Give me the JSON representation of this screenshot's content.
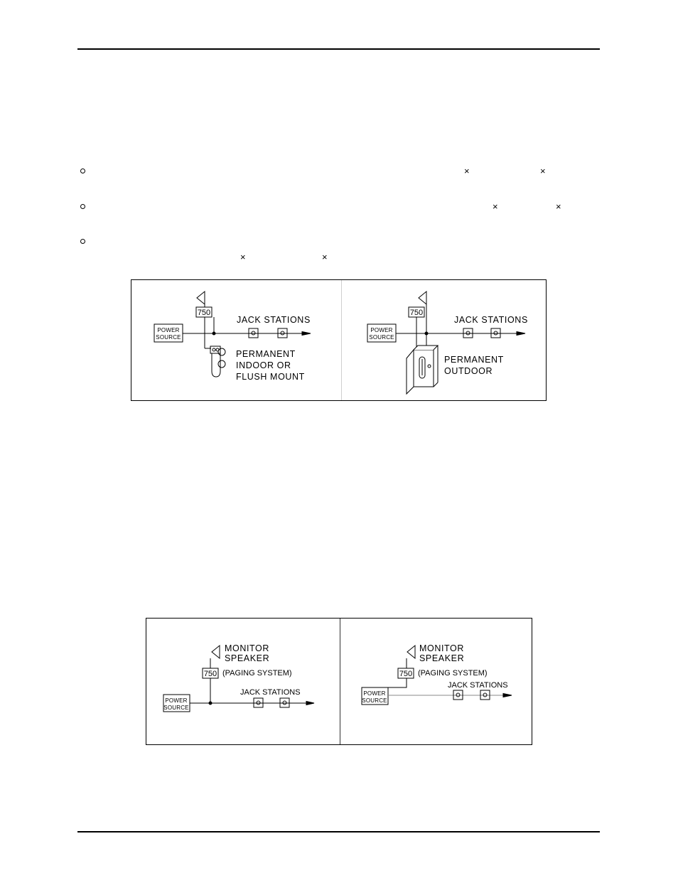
{
  "fig1": {
    "left": {
      "power_line1": "POWER",
      "power_line2": "SOURCE",
      "speaker_num": "750",
      "jack_label": "JACK STATIONS",
      "desc1": "PERMANENT",
      "desc2": "INDOOR OR",
      "desc3": "FLUSH MOUNT"
    },
    "right": {
      "power_line1": "POWER",
      "power_line2": "SOURCE",
      "speaker_num": "750",
      "jack_label": "JACK STATIONS",
      "desc1": "PERMANENT",
      "desc2": "OUTDOOR"
    }
  },
  "fig2": {
    "left": {
      "monitor1": "MONITOR",
      "monitor2": "SPEAKER",
      "speaker_num": "750",
      "paging": "(PAGING SYSTEM)",
      "jack_label": "JACK STATIONS",
      "power_line1": "POWER",
      "power_line2": "SOURCE"
    },
    "right": {
      "monitor1": "MONITOR",
      "monitor2": "SPEAKER",
      "speaker_num": "750",
      "paging": "(PAGING SYSTEM)",
      "jack_label": "JACK STATIONS",
      "power_line1": "POWER",
      "power_line2": "SOURCE"
    }
  },
  "multiply_sign": "×"
}
